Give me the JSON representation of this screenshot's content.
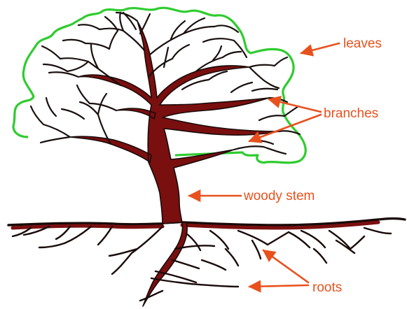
{
  "labels": {
    "leaves": "leaves",
    "branches": "branches",
    "woody_stem": "woody stem",
    "roots": "roots"
  },
  "colors": {
    "label": "#e8511d",
    "canopy_outline": "#2ecc2e",
    "wood": "#7a0f0f",
    "ink": "#1a0f0f"
  }
}
